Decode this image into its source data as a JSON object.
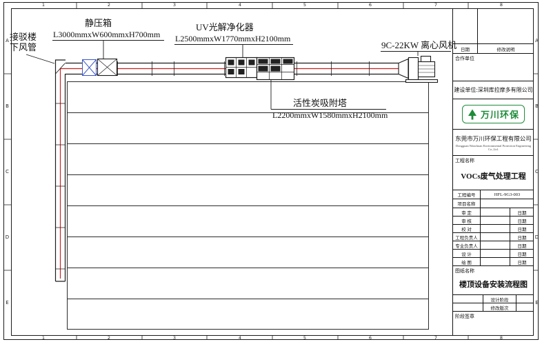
{
  "frame": {
    "top": [
      "1",
      "2",
      "3",
      "4",
      "5",
      "6",
      "7",
      "8"
    ],
    "bottom": [
      "1",
      "2",
      "3",
      "4",
      "5",
      "6",
      "7",
      "8"
    ],
    "left": [
      "A",
      "B",
      "C",
      "D",
      "E"
    ],
    "right": [
      "A",
      "B",
      "C",
      "D",
      "E"
    ]
  },
  "drawing": {
    "connect_label_line1": "接驳楼",
    "connect_label_line2": "下风管",
    "plenum_title": "静压箱",
    "plenum_dims": "L3000mmxW600mmxH700mm",
    "uv_title": "UV光解净化器",
    "uv_dims": "L2500mmxW1770mmxH2100mm",
    "fan_label": "9C-22KW 离心风机",
    "carbon_title": "活性炭吸附塔",
    "carbon_dims": "L2200mmxW1580mmxH2100mm",
    "colors": {
      "flow_line": "#cc2020",
      "damper": "#3a55c8",
      "linework": "#1a1a1a",
      "logo_green": "#1e8c3a"
    }
  },
  "titleblock": {
    "rev_header": {
      "date": "日期",
      "desc": "修改说明"
    },
    "partner_label": "合作单位",
    "builder_line": "建设单位:深圳库拉摩多有限公司",
    "logo_text": "万川环保",
    "company_cn": "东莞市万川环保工程有限公司",
    "company_en": "Dongguan Wanchuan Environmental Protection Engineering Co.,Ltd.",
    "project_label": "工程名称",
    "project_name": "VOCs废气处理工程",
    "project_no_label": "工程编号",
    "project_no_value": "HFL-9G3-003",
    "project_item_label": "项目名称",
    "sign_rows": [
      {
        "label": "审 定",
        "date": "日期"
      },
      {
        "label": "审 核",
        "date": "日期"
      },
      {
        "label": "校 对",
        "date": "日期"
      },
      {
        "label": "工程负责人",
        "date": "日期"
      },
      {
        "label": "专业负责人",
        "date": "日期"
      },
      {
        "label": "设 计",
        "date": "日期"
      },
      {
        "label": "绘 图",
        "date": "日期"
      }
    ],
    "sheet_label": "图纸名称",
    "sheet_name": "楼顶设备安装流程图",
    "stage_rows": [
      {
        "label": "设计阶段"
      },
      {
        "label": "修改版次"
      }
    ],
    "seal_label": "阶段签章"
  }
}
